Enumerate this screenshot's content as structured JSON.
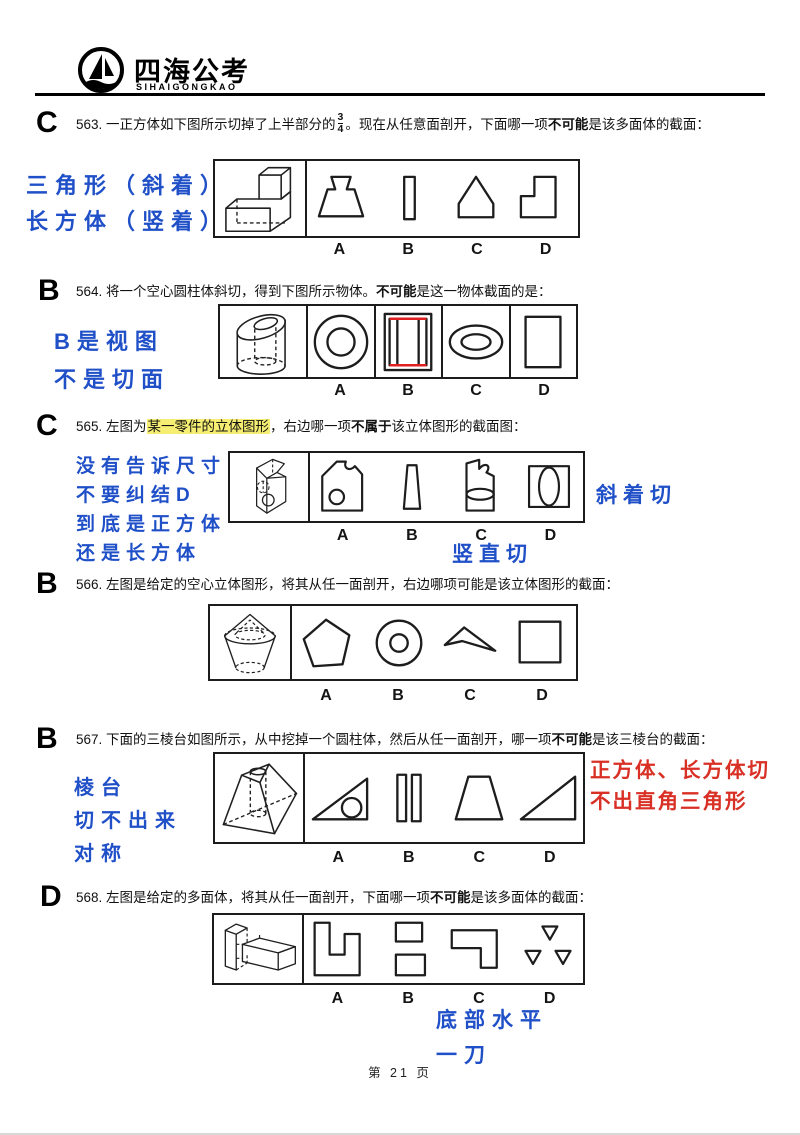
{
  "header": {
    "brand": "四海公考",
    "brand_sub": "SIHAIGONGKAO"
  },
  "page": {
    "footer": "第 21 页"
  },
  "colors": {
    "annotation_blue": "#2050c8",
    "annotation_red": "#d93025",
    "highlight_yellow": "#f6ee72",
    "figure_red_mark": "#e02020"
  },
  "questions": [
    {
      "id": "563",
      "answer": "C",
      "text_1": "563. 一正方体如下图所示切掉了上半部分的",
      "frac_num": "3",
      "frac_den": "4",
      "text_2": "。现在从任意面剖开，下面哪一项",
      "bold": "不可能",
      "text_3": "是该多面体的截面：",
      "options": [
        "A",
        "B",
        "C",
        "D"
      ],
      "notes": {
        "blue": [
          "三角形（斜着）",
          "长方体（竖着）"
        ]
      }
    },
    {
      "id": "564",
      "answer": "B",
      "text_1": "564. 将一个空心圆柱体斜切，得到下图所示物体。",
      "bold": "不可能",
      "text_2": "是这一物体截面的是：",
      "options": [
        "A",
        "B",
        "C",
        "D"
      ],
      "notes": {
        "blue": [
          "B是视图",
          "不是切面"
        ]
      }
    },
    {
      "id": "565",
      "answer": "C",
      "text_1": "565. 左图为",
      "highlight": "某一零件的立体图形",
      "text_2": "，右边哪一项",
      "bold": "不属于",
      "text_3": "该立体图形的截面图：",
      "options": [
        "A",
        "B",
        "C",
        "D"
      ],
      "notes": {
        "blue_left": [
          "没有告诉尺寸",
          "不要纠结D",
          "到底是正方体",
          "还是长方体"
        ],
        "blue_right": "斜着切",
        "blue_bottom": "竖直切"
      }
    },
    {
      "id": "566",
      "answer": "B",
      "text_1": "566. 左图是给定的空心立体图形，将其从任一面剖开，右边哪项可能是该立体图形的截面：",
      "options": [
        "A",
        "B",
        "C",
        "D"
      ]
    },
    {
      "id": "567",
      "answer": "B",
      "text_1": "567. 下面的三棱台如图所示，从中挖掉一个圆柱体，然后从任一面剖开，哪一项",
      "bold": "不可能",
      "text_2": "是该三棱台的截面：",
      "options": [
        "A",
        "B",
        "C",
        "D"
      ],
      "notes": {
        "blue": [
          "棱台",
          "切不出来",
          "对称"
        ],
        "red": [
          "正方体、长方体切",
          "不出直角三角形"
        ]
      }
    },
    {
      "id": "568",
      "answer": "D",
      "text_1": "568. 左图是给定的多面体，将其从任一面剖开，下面哪一项",
      "bold": "不可能",
      "text_2": "是该多面体的截面：",
      "options": [
        "A",
        "B",
        "C",
        "D"
      ],
      "notes": {
        "blue": [
          "底部水平",
          "一刀"
        ]
      }
    }
  ]
}
